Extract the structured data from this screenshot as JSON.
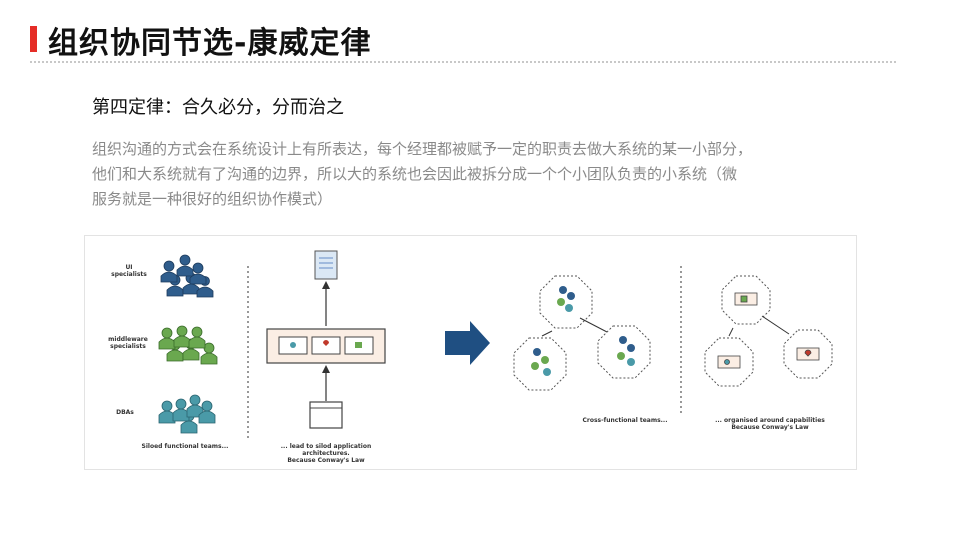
{
  "header": {
    "title": "组织协同节选-康威定律"
  },
  "section": {
    "subtitle": "第四定律：合久必分，分而治之",
    "body_lines": [
      "组织沟通的方式会在系统设计上有所表达，每个经理都被赋予一定的职责去做大系统的某一小部分，",
      "他们和大系统就有了沟通的边界，所以大的系统也会因此被拆分成一个个小团队负责的小系统（微",
      "服务就是一种很好的组织协作模式）"
    ]
  },
  "figure": {
    "labels": {
      "ui": "UI specialists",
      "middleware": "middleware specialists",
      "dbas": "DBAs",
      "siloed_teams": "Siloed functional teams...",
      "siloed_arch_1": "... lead to silod application architectures.",
      "siloed_arch_2": "Because Conway's Law",
      "cross_functional": "Cross-functional teams...",
      "capability_1": "... organised around capabilities",
      "capability_2": "Because Conway's Law"
    },
    "colors": {
      "ui_team": "#2f5d8c",
      "middleware_team": "#6aa84f",
      "dba_team": "#4a9aa8",
      "arrow": "#1f4f82"
    }
  }
}
